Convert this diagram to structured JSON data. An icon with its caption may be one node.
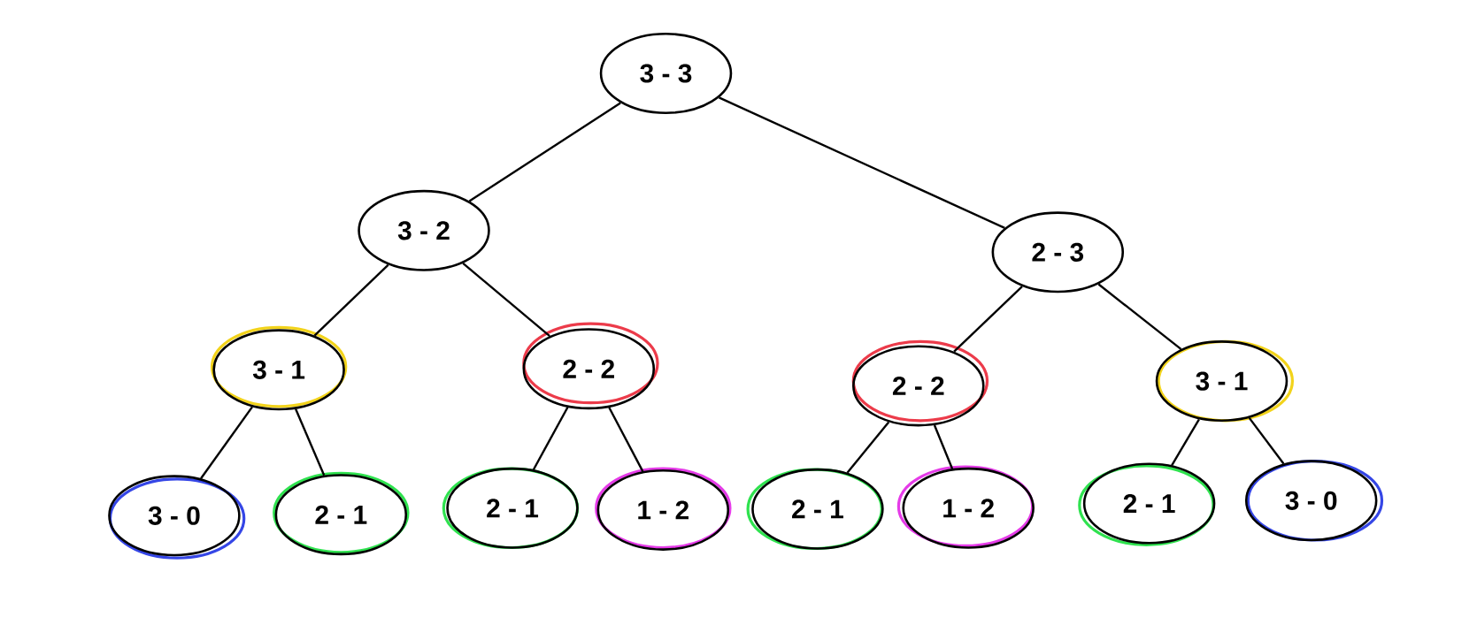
{
  "diagram": {
    "nodes": [
      {
        "text": [
          "3 - 3"
        ]
      },
      {
        "text": [
          "3 - 2"
        ]
      },
      {
        "text": [
          "2 - 3"
        ]
      },
      {
        "text": [
          "3 - 1"
        ]
      },
      {
        "text": [
          "2 - 2"
        ]
      },
      {
        "text": [
          "2 - 2"
        ]
      },
      {
        "text": [
          "3 - 1"
        ]
      },
      {
        "text": [
          "3 - 0"
        ]
      },
      {
        "text": [
          "2 - 1"
        ]
      },
      {
        "text": [
          "2 - 1"
        ]
      },
      {
        "text": [
          "1 - 2"
        ]
      },
      {
        "text": [
          "2 - 1"
        ]
      },
      {
        "text": [
          "1 - 2"
        ]
      },
      {
        "text": [
          "2 - 1"
        ]
      },
      {
        "text": [
          "3 - 0"
        ]
      }
    ],
    "edges": [
      {
        "from": 0,
        "to": 1,
        "arrow": "none"
      },
      {
        "from": 0,
        "to": 2,
        "arrow": "none"
      },
      {
        "from": 1,
        "to": 3,
        "arrow": "none"
      },
      {
        "from": 1,
        "to": 4,
        "arrow": "none"
      },
      {
        "from": 2,
        "to": 5,
        "arrow": "none"
      },
      {
        "from": 2,
        "to": 6,
        "arrow": "none"
      },
      {
        "from": 3,
        "to": 7,
        "arrow": "none"
      },
      {
        "from": 3,
        "to": 8,
        "arrow": "none"
      },
      {
        "from": 4,
        "to": 9,
        "arrow": "none"
      },
      {
        "from": 4,
        "to": 10,
        "arrow": "none"
      },
      {
        "from": 5,
        "to": 11,
        "arrow": "none"
      },
      {
        "from": 5,
        "to": 12,
        "arrow": "none"
      },
      {
        "from": 6,
        "to": 13,
        "arrow": "none"
      },
      {
        "from": 6,
        "to": 14,
        "arrow": "none"
      }
    ]
  }
}
